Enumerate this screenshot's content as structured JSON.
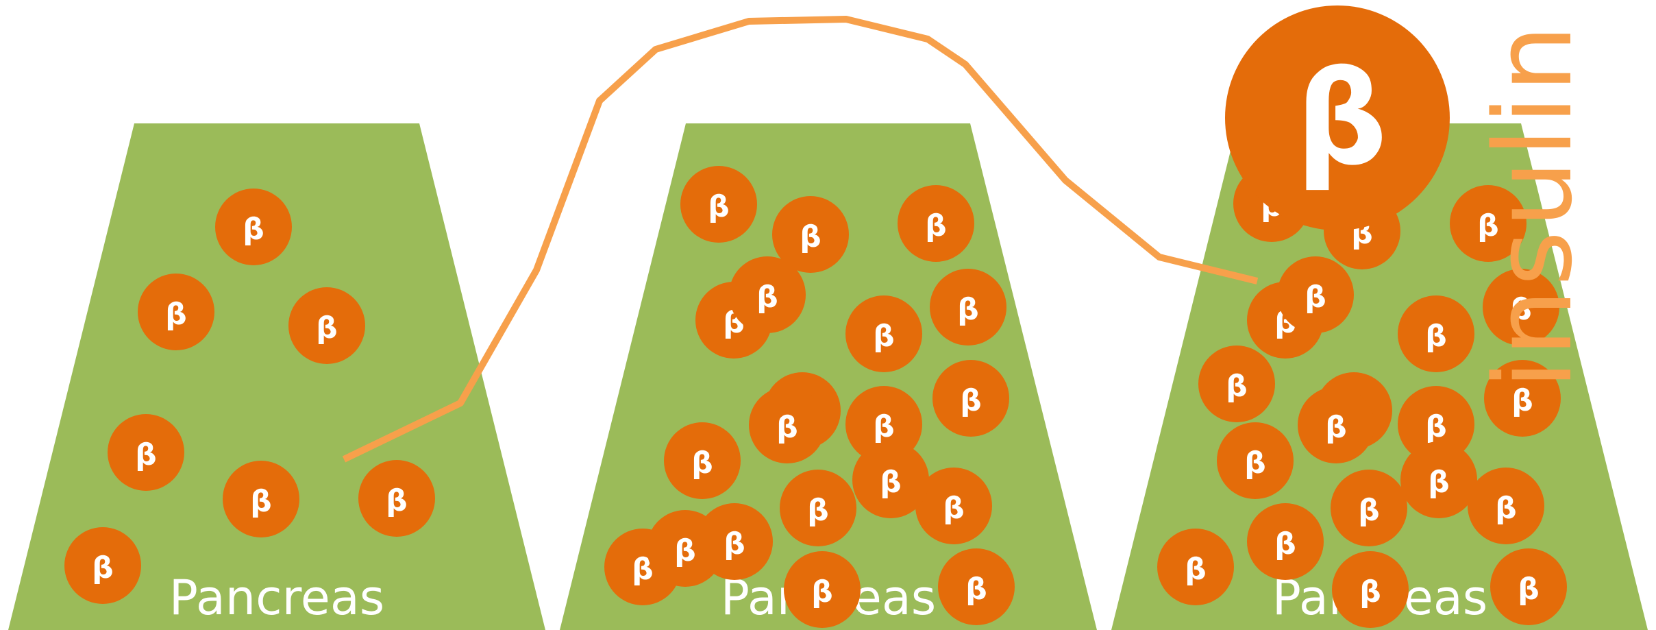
{
  "diagram": {
    "pancreas_label": "Pancreas",
    "cell_symbol": "β",
    "insulin_label": "insulin",
    "colors": {
      "pancreas": "#9bbb59",
      "cell": "#e46c0a",
      "cell_text": "#ffffff",
      "insulin_line": "#f7a04b",
      "label_text": "#ffffff"
    },
    "pancreas_count": 3,
    "cells_per_pancreas": [
      7,
      20,
      20
    ]
  }
}
